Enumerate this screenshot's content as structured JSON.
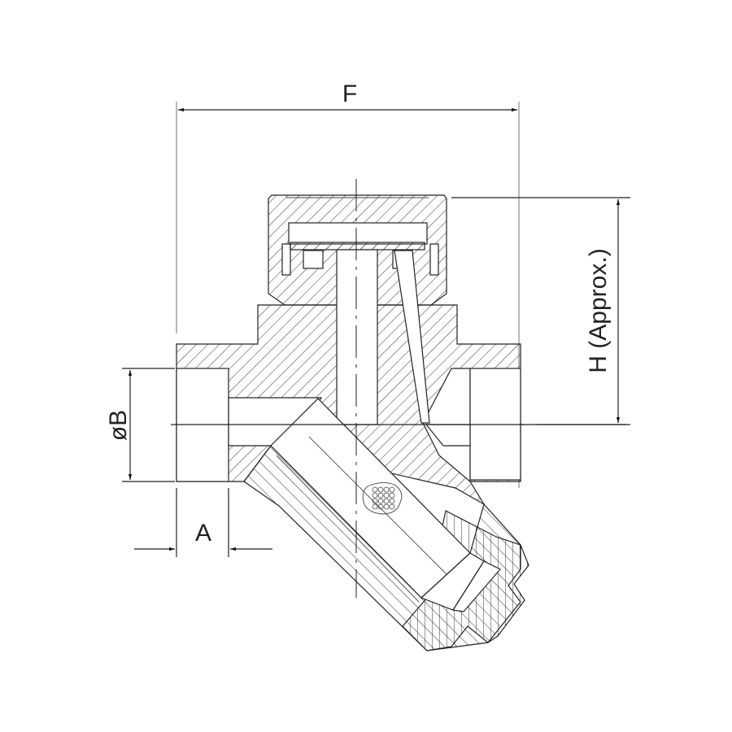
{
  "drawing": {
    "title": "Y-type thermodynamic steam trap section view",
    "dimensions": {
      "overall_length": "F",
      "bore_diameter": "øB",
      "socket_depth": "A",
      "height": "H (Approx.)"
    }
  },
  "colors": {
    "line": "#222222",
    "background": "#ffffff"
  }
}
